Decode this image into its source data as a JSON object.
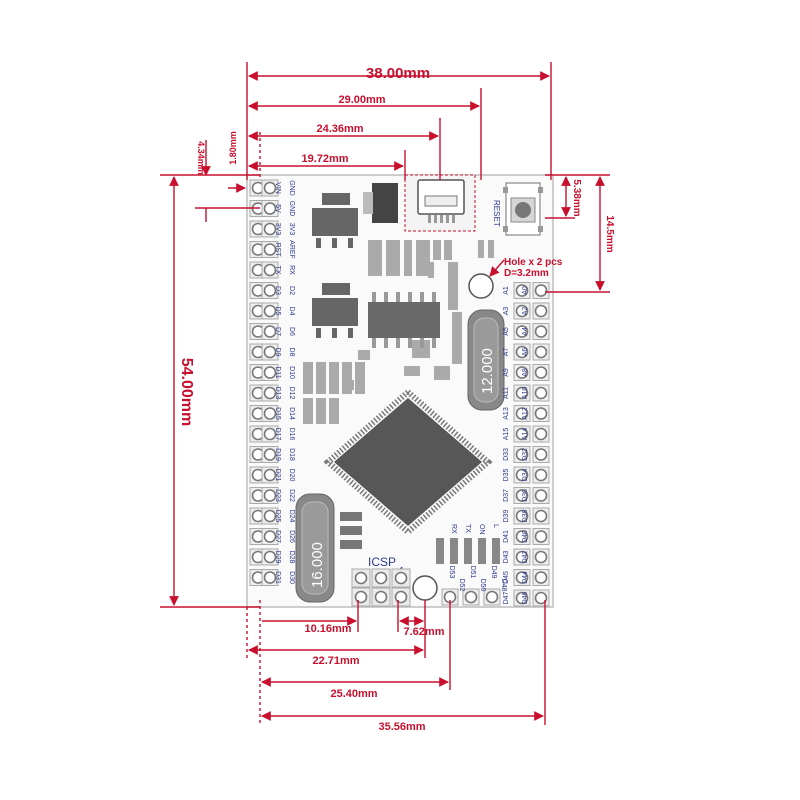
{
  "dimensions": {
    "top_width": "38.00mm",
    "usb_right": "29.00mm",
    "usb_center": "24.36mm",
    "usb_left": "19.72mm",
    "hole_offset_x": "1.80mm",
    "hole_offset_y": "4.34mm",
    "reset_height": "5.38mm",
    "hole_height": "14.5mm",
    "board_height": "54.00mm",
    "icsp_width": "10.16mm",
    "icsp_hole": "7.62mm",
    "icsp_offset": "22.71mm",
    "hole_bottom": "25.40mm",
    "header_span": "35.56mm"
  },
  "labels": {
    "reset": "RESET",
    "hole_note_1": "Hole x 2 pcs",
    "hole_note_2": "D=3.2mm",
    "icsp": "ICSP",
    "icsp_pin1": "1",
    "crystal_big": "12.000",
    "crystal_small": "16.000"
  },
  "pins": {
    "left_outer": [
      "VIN",
      "5V",
      "3V3",
      "RST",
      "TX",
      "D3",
      "D5",
      "D7",
      "D9",
      "D11",
      "D13",
      "D15",
      "D17",
      "D19",
      "D21",
      "D23",
      "D25",
      "D27",
      "D29",
      "D31"
    ],
    "left_inner": [
      "GND",
      "GND",
      "3V3",
      "AREF",
      "RX",
      "D2",
      "D4",
      "D6",
      "D8",
      "D10",
      "D12",
      "D14",
      "D16",
      "D18",
      "D20",
      "D22",
      "D24",
      "D26",
      "D28",
      "D30"
    ],
    "right_inner": [
      "A1",
      "A3",
      "A5",
      "A7",
      "A9",
      "A11",
      "A13",
      "A15",
      "D33",
      "D35",
      "D37",
      "D39",
      "D41",
      "D43",
      "D45",
      "D47"
    ],
    "right_outer": [
      "A0",
      "A2",
      "A4",
      "A6",
      "A8",
      "A10",
      "A12",
      "A14",
      "D32",
      "D34",
      "D36",
      "D38",
      "D40",
      "D42",
      "D44",
      "D46"
    ],
    "bottom_top": [
      "D53",
      "D51",
      "D49"
    ],
    "bottom_bottom": [
      "D52",
      "D50",
      "D48"
    ],
    "leds": [
      "RX",
      "TX",
      "ON",
      "L"
    ]
  }
}
